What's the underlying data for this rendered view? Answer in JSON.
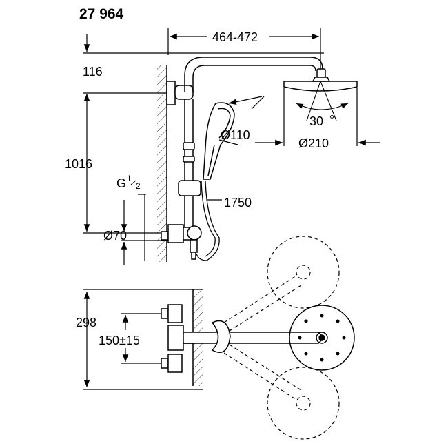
{
  "model_number": "27 964",
  "dimensions": {
    "arm_reach": "464-472",
    "wall_top": "116",
    "bar_height": "1016",
    "thread_main": "G",
    "thread_num": "1",
    "thread_den": "2",
    "escutcheon": "Ø70",
    "hand_shower": "Ø110",
    "head_angle": "30",
    "angle_unit": "°",
    "head_shower": "Ø210",
    "hose_length": "1750",
    "depth": "298",
    "inlet_spacing": "150±15"
  }
}
